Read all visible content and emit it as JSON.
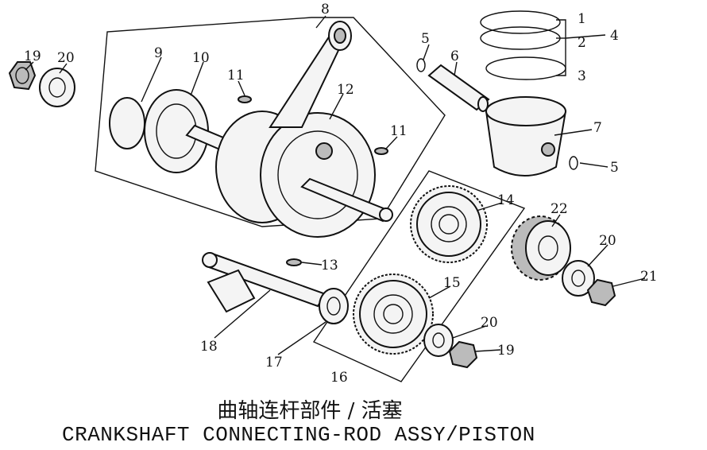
{
  "title_cn": "曲轴连杆部件 / 活塞",
  "title_en": "CRANKSHAFT CONNECTING-ROD ASSY/PISTON",
  "labels": {
    "p8": "8",
    "p1": "1",
    "p2": "2",
    "p3": "3",
    "p4": "4",
    "p5a": "5",
    "p6": "6",
    "p7": "7",
    "p5b": "5",
    "p19a": "19",
    "p20a": "20",
    "p9": "9",
    "p10": "10",
    "p11a": "11",
    "p12": "12",
    "p11b": "11",
    "p14": "14",
    "p22": "22",
    "p20b": "20",
    "p21": "21",
    "p13": "13",
    "p15": "15",
    "p18": "18",
    "p17": "17",
    "p16": "16",
    "p20c": "20",
    "p19b": "19"
  }
}
